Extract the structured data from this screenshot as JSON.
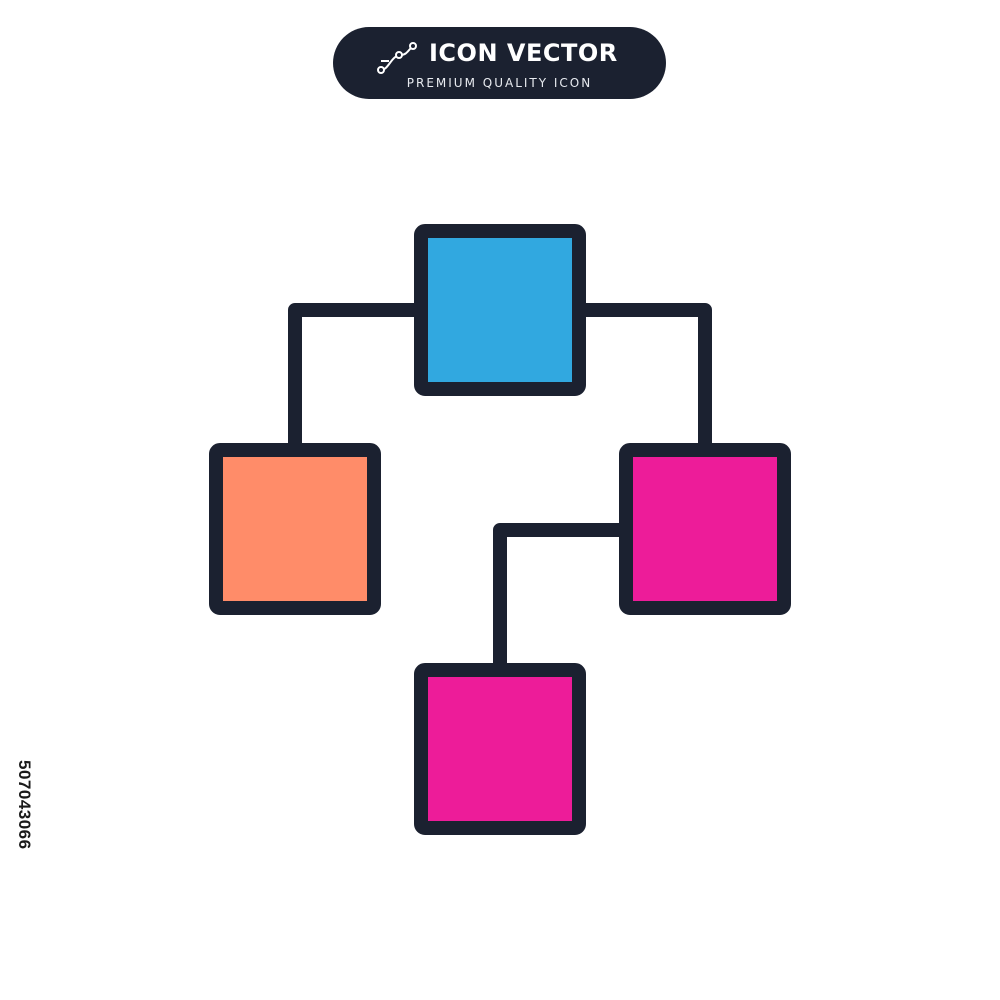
{
  "header": {
    "title": "ICON VECTOR",
    "subtitle": "PREMIUM QUALITY ICON",
    "logo_icon": "vector-path-icon"
  },
  "stock_id": "507043066",
  "illustration": {
    "name": "hierarchy-structure-icon",
    "outline_color": "#1b2130",
    "nodes": [
      {
        "name": "top-node",
        "color": "#31a8e0"
      },
      {
        "name": "left-node",
        "color": "#ff8c69"
      },
      {
        "name": "right-node",
        "color": "#ed1c99"
      },
      {
        "name": "bottom-node",
        "color": "#ed1c99"
      }
    ]
  },
  "colors": {
    "badge_background": "#1b2130",
    "page_background": "#ffffff"
  }
}
